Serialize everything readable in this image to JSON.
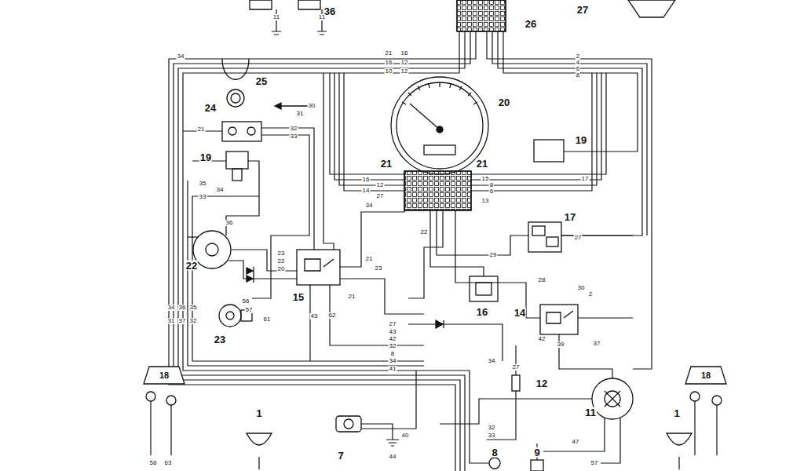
{
  "diagram": {
    "nodes": [
      {
        "text": [
          "18"
        ]
      },
      {
        "text": [
          "18"
        ]
      }
    ],
    "labels": [
      "36",
      "26",
      "27",
      "25",
      "24",
      "20",
      "19",
      "19",
      "21",
      "21",
      "17",
      "22",
      "15",
      "16",
      "14",
      "23",
      "12",
      "11",
      "1",
      "7",
      "8",
      "9",
      "1",
      "11",
      "11",
      "34",
      "21",
      "16",
      "16",
      "12",
      "10",
      "12",
      "2",
      "4",
      "6",
      "8",
      "30",
      "31",
      "21",
      "32",
      "33",
      "35",
      "34",
      "33",
      "16",
      "12",
      "14",
      "27",
      "15",
      "8",
      "6",
      "13",
      "17",
      "34",
      "22",
      "36",
      "23",
      "22",
      "20",
      "21",
      "23",
      "21",
      "29",
      "27",
      "28",
      "30",
      "2",
      "42",
      "39",
      "37",
      "56",
      "57",
      "61",
      "62",
      "43",
      "34",
      "36",
      "35",
      "31",
      "37",
      "32",
      "27",
      "43",
      "42",
      "32",
      "8",
      "34",
      "41",
      "27",
      "34",
      "32",
      "33",
      "47",
      "57",
      "40",
      "44",
      "58",
      "63"
    ]
  }
}
